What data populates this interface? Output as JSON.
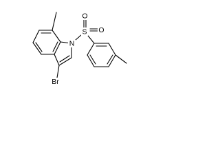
{
  "molecule": {
    "atoms": {
      "nitrogen": "N",
      "sulfur": "S",
      "oxygen_top": "O",
      "oxygen_right": "O",
      "bromine": "Br"
    }
  }
}
